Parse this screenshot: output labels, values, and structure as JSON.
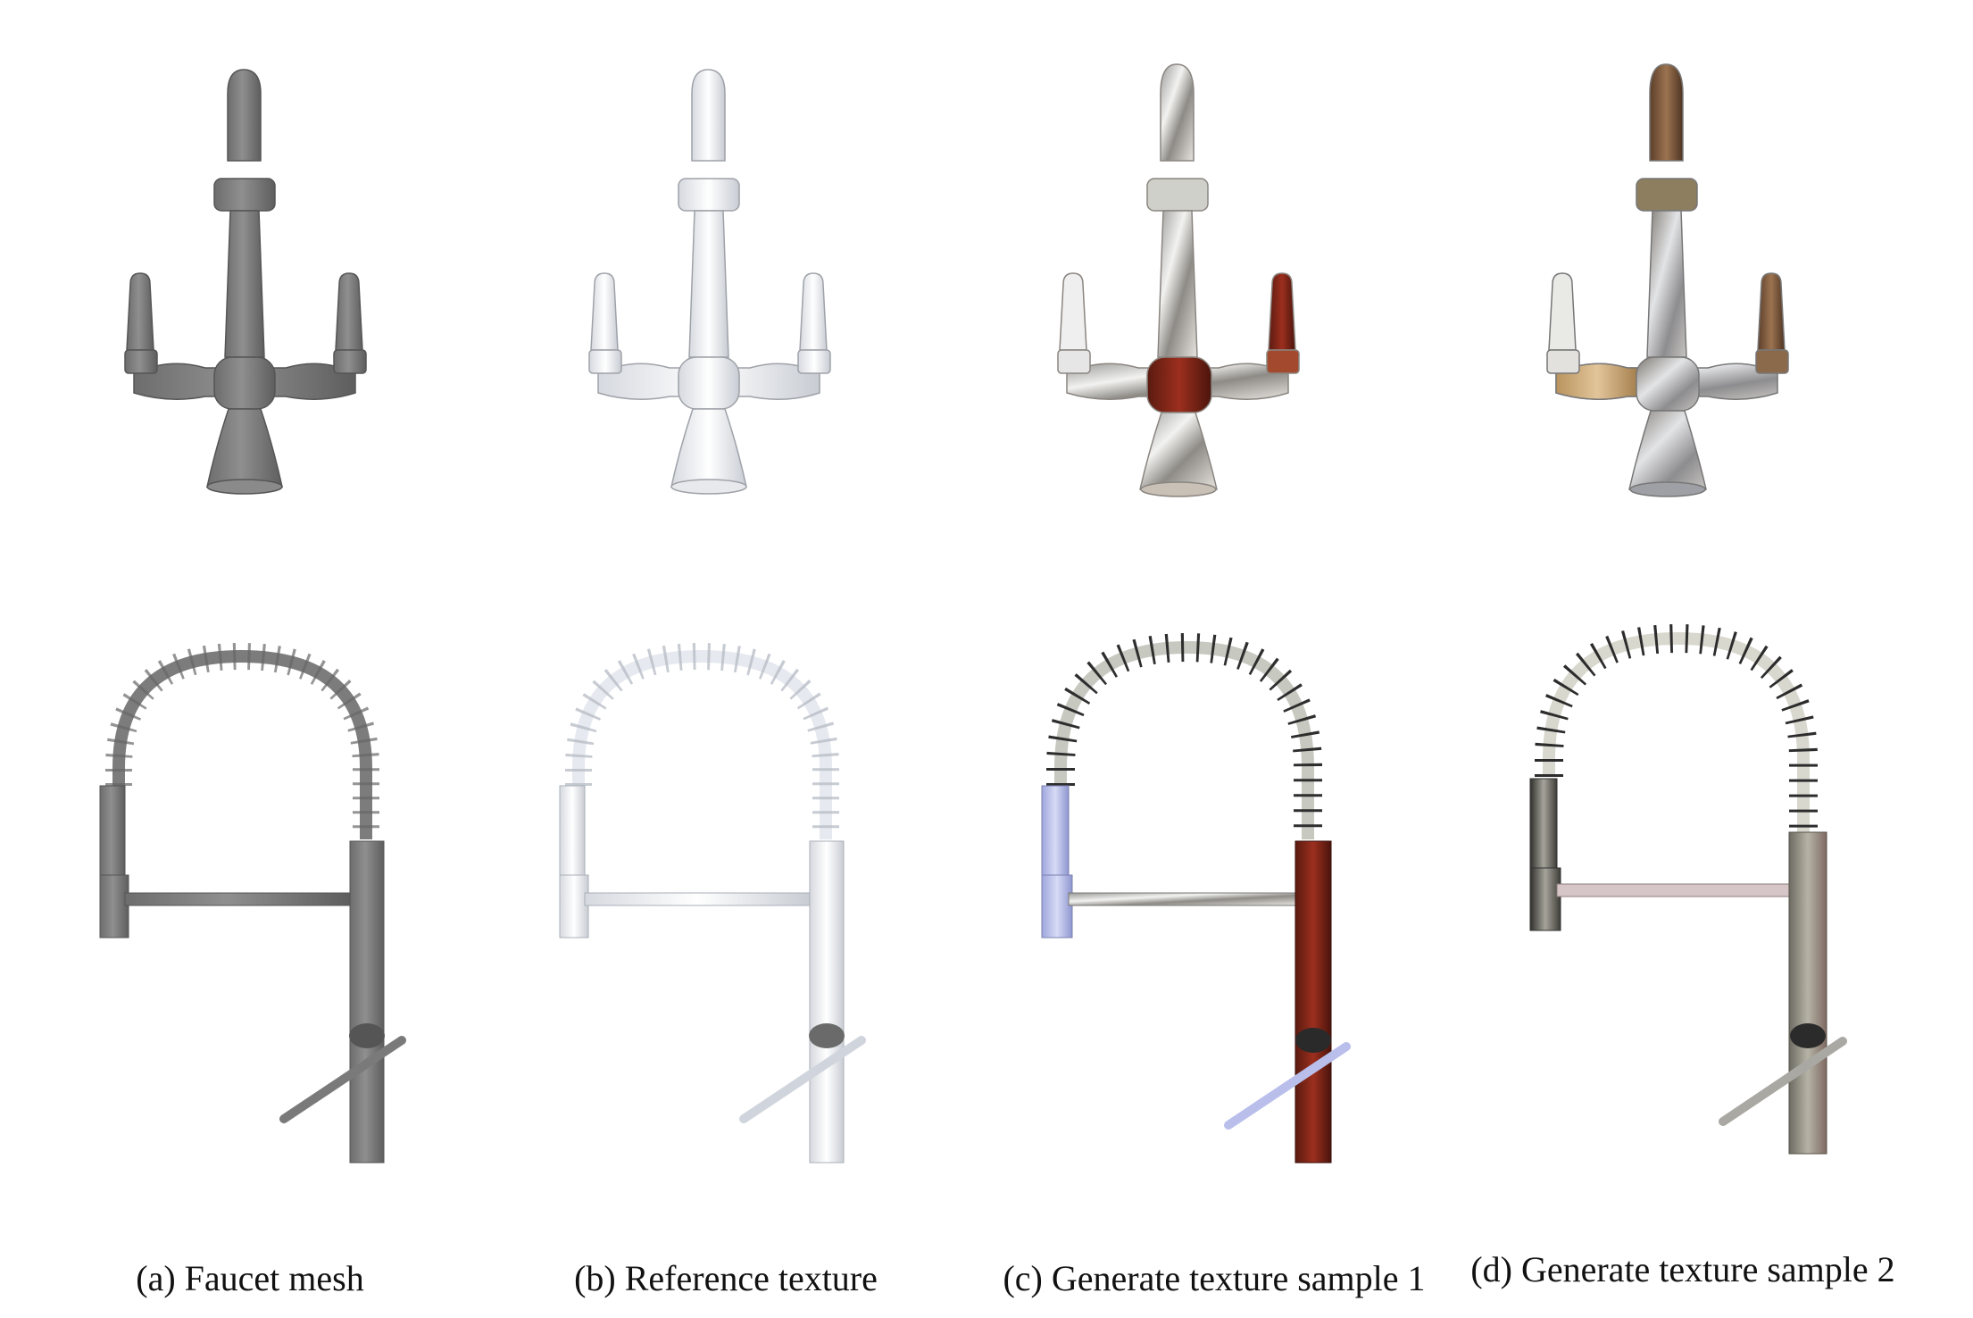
{
  "figure": {
    "captions": {
      "a": "(a) Faucet mesh",
      "b": "(b) Reference texture",
      "c": "(c) Generate texture sample 1",
      "d": "(d) Generate texture sample 2"
    }
  }
}
